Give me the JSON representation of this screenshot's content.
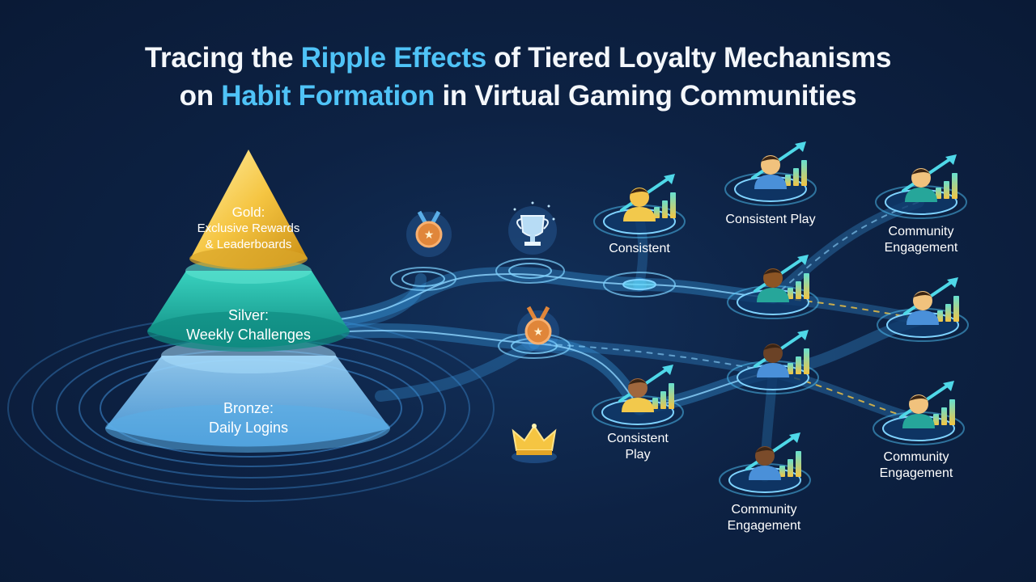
{
  "title": {
    "line1_prefix": "Tracing the ",
    "line1_highlight": "Ripple Effects",
    "line1_suffix": " of Tiered Loyalty Mechanisms",
    "line2_prefix": "on ",
    "line2_highlight": "Habit Formation",
    "line2_suffix": " in Virtual Gaming Communities"
  },
  "pyramid": {
    "gold": {
      "name": "Gold:",
      "desc1": "Exclusive Rewards",
      "desc2": "& Leaderboards"
    },
    "silver": {
      "name": "Silver:",
      "desc1": "Weekly Challenges"
    },
    "bronze": {
      "name": "Bronze:",
      "desc1": "Daily Logins"
    }
  },
  "icons": [
    "bronze-medal-icon",
    "trophy-icon",
    "medal-icon",
    "crown-icon"
  ],
  "nodes": [
    {
      "id": "n1",
      "label1": "Consistent",
      "label2": "",
      "avatar": "#f3c34b",
      "shirt": "#f2c94c"
    },
    {
      "id": "n2",
      "label1": "Consistent Play",
      "label2": "",
      "avatar": "#f1c27d",
      "shirt": "#4a90d9"
    },
    {
      "id": "n3",
      "label1": "Community",
      "label2": "Engagement",
      "avatar": "#f1c27d",
      "shirt": "#26a69a"
    },
    {
      "id": "n4",
      "label1": "",
      "label2": "",
      "avatar": "#8d5524",
      "shirt": "#26a69a"
    },
    {
      "id": "n5",
      "label1": "",
      "label2": "",
      "avatar": "#f1c27d",
      "shirt": "#4a90d9"
    },
    {
      "id": "n6",
      "label1": "",
      "label2": "",
      "avatar": "#6b4226",
      "shirt": "#4a90d9"
    },
    {
      "id": "n7",
      "label1": "Consistent",
      "label2": "Play",
      "avatar": "#a0673d",
      "shirt": "#f2c94c"
    },
    {
      "id": "n8",
      "label1": "Community",
      "label2": "Engagement",
      "avatar": "#f1c27d",
      "shirt": "#26a69a"
    },
    {
      "id": "n9",
      "label1": "Community",
      "label2": "Engagement",
      "avatar": "#7a4b2a",
      "shirt": "#4a90d9"
    }
  ],
  "colors": {
    "gold": "#f5c542",
    "silver": "#1fb5a4",
    "bronze": "#7fc6f5",
    "accent": "#4fc3f7",
    "growth": "#f5c542"
  }
}
